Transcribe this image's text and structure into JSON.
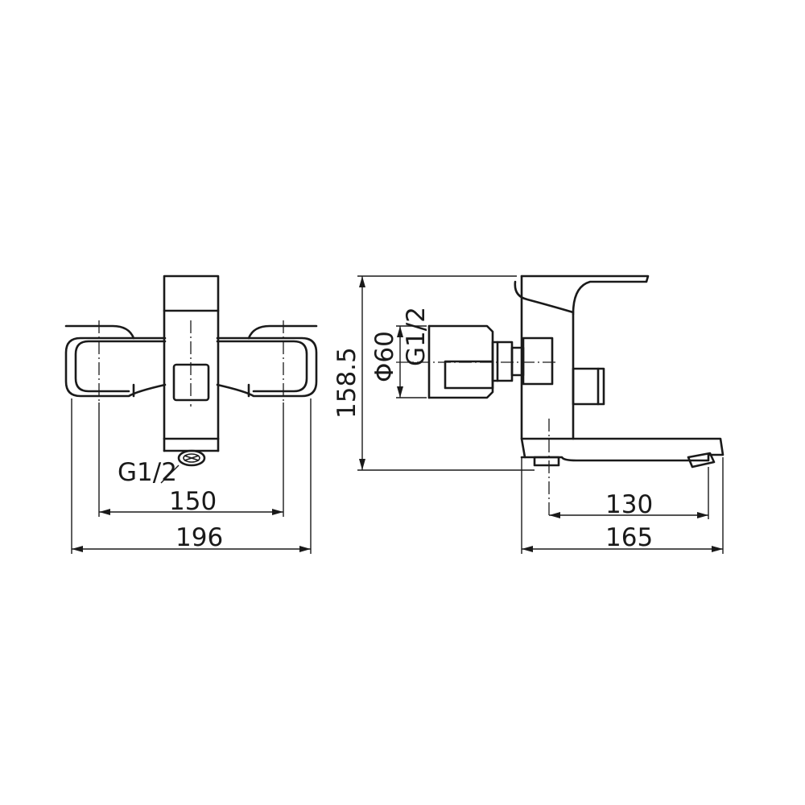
{
  "front_view": {
    "thread_label": "G1/2",
    "centres_dimension": "150",
    "overall_width_dimension": "196"
  },
  "side_view": {
    "height_dimension": "158.5",
    "flange_diameter_dimension": "Φ60",
    "thread_label": "G1/2",
    "spout_reach_dimension": "130",
    "overall_depth_dimension": "165"
  }
}
